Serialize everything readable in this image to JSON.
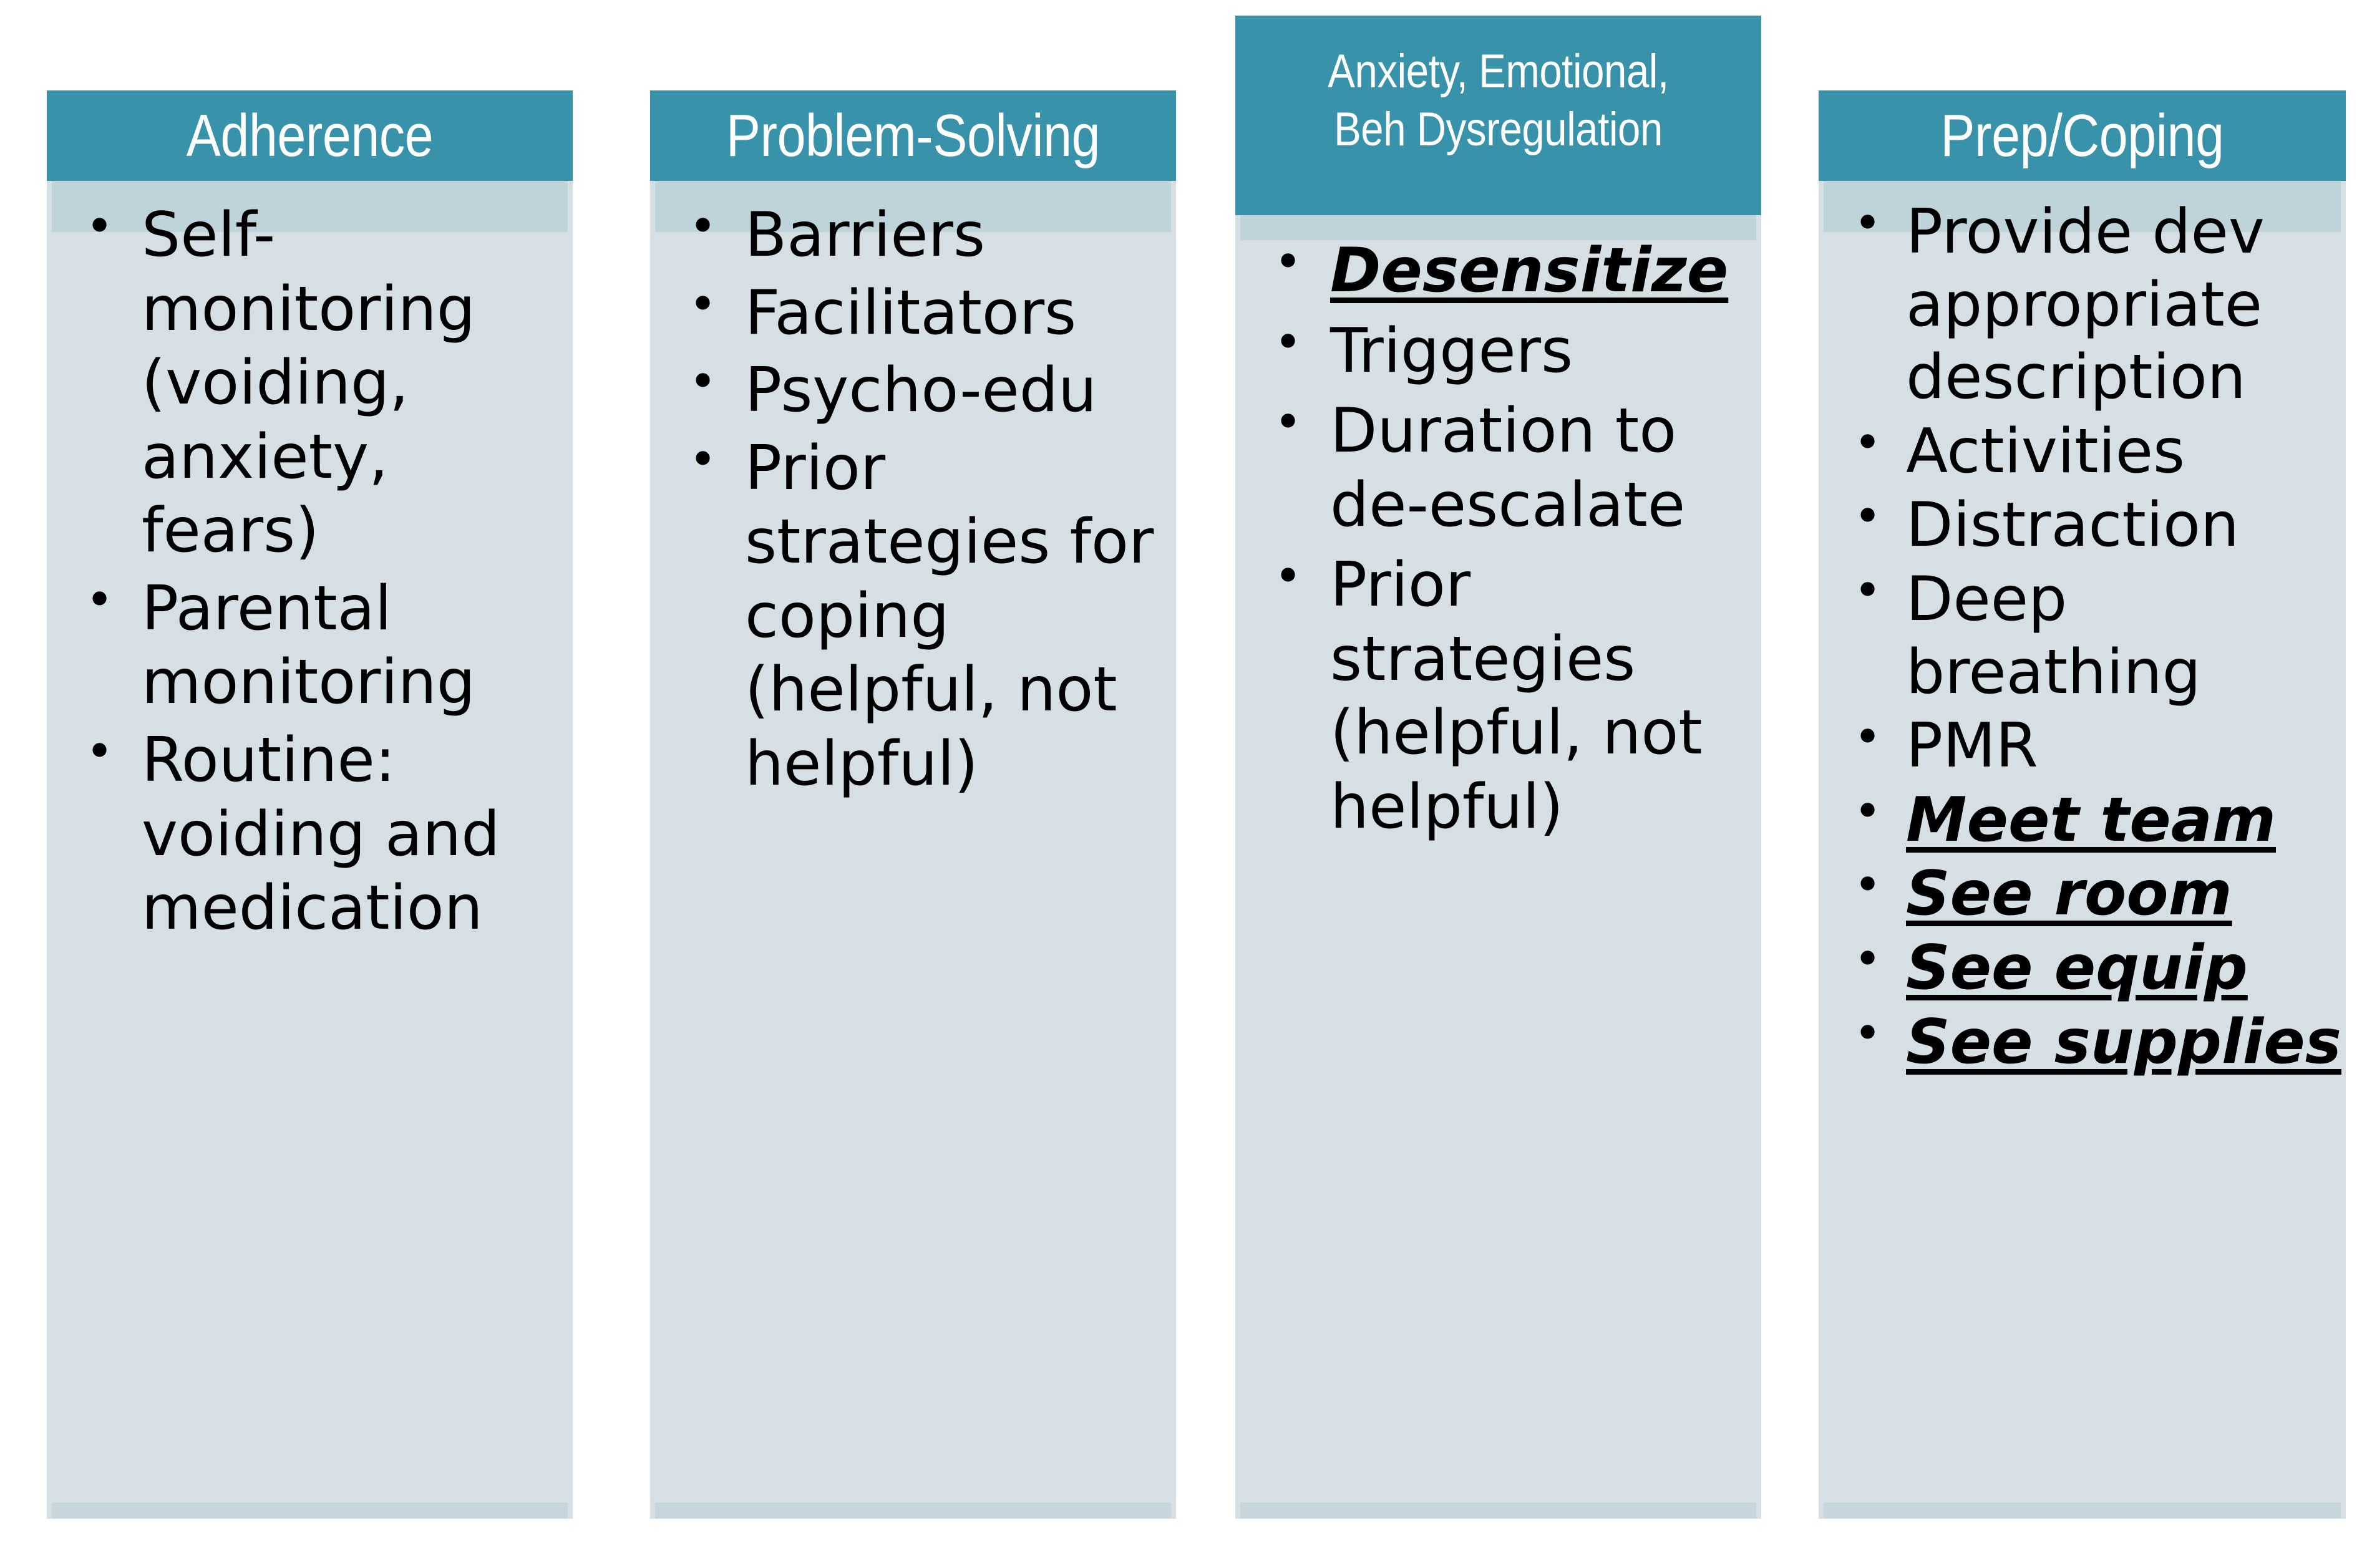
{
  "theme": {
    "header_color": "#3893AA",
    "body_color": "#D5DFE4",
    "band_color": "#BFD3DA",
    "header_text_color": "#FFFFFF",
    "body_text_color": "#000000",
    "page_background": "#FFFFFF"
  },
  "columns": [
    {
      "id": "adherence",
      "title": "Adherence",
      "items": [
        {
          "text": "Self-monitoring (voiding, anxiety, fears)",
          "emphasis": false
        },
        {
          "text": "Parental monitoring",
          "emphasis": false
        },
        {
          "text": "Routine: voiding and medication",
          "emphasis": false
        }
      ]
    },
    {
      "id": "problem-solving",
      "title": "Problem-Solving",
      "items": [
        {
          "text": "Barriers",
          "emphasis": false
        },
        {
          "text": "Facilitators",
          "emphasis": false
        },
        {
          "text": "Psycho-edu",
          "emphasis": false
        },
        {
          "text": "Prior strategies for coping (helpful, not helpful)",
          "emphasis": false
        }
      ]
    },
    {
      "id": "anxiety-emotional-beh-dysregulation",
      "title": "Anxiety, Emotional,\nBeh Dysregulation",
      "items": [
        {
          "text": "Desensitize",
          "emphasis": true
        },
        {
          "text": "Triggers",
          "emphasis": false
        },
        {
          "text": "Duration to de-escalate",
          "emphasis": false
        },
        {
          "text": "Prior strategies (helpful, not helpful)",
          "emphasis": false
        }
      ]
    },
    {
      "id": "prep-coping",
      "title": "Prep/Coping",
      "items": [
        {
          "text": "Provide dev appropriate description",
          "emphasis": false
        },
        {
          "text": "Activities",
          "emphasis": false
        },
        {
          "text": "Distraction",
          "emphasis": false
        },
        {
          "text": "Deep breathing",
          "emphasis": false
        },
        {
          "text": "PMR",
          "emphasis": false
        },
        {
          "text": "Meet team",
          "emphasis": true
        },
        {
          "text": "See room",
          "emphasis": true
        },
        {
          "text": "See equip",
          "emphasis": true
        },
        {
          "text": "See supplies",
          "emphasis": true
        }
      ]
    }
  ]
}
